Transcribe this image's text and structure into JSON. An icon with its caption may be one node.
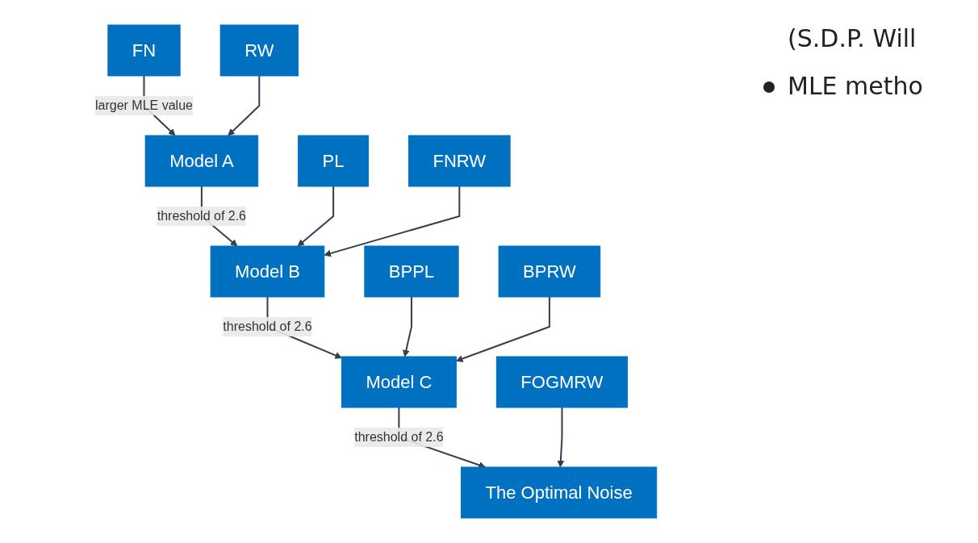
{
  "diagram": {
    "nodes": [
      {
        "text": [
          "FN"
        ]
      },
      {
        "text": [
          "RW"
        ]
      },
      {
        "text": [
          "Model A"
        ]
      },
      {
        "text": [
          "PL"
        ]
      },
      {
        "text": [
          "FNRW"
        ]
      },
      {
        "text": [
          "Model B"
        ]
      },
      {
        "text": [
          "BPPL"
        ]
      },
      {
        "text": [
          "BPRW"
        ]
      },
      {
        "text": [
          "Model C"
        ]
      },
      {
        "text": [
          "FOGMRW"
        ]
      },
      {
        "text": [
          "The Optimal Noise"
        ]
      }
    ],
    "edges": [
      {
        "from": 0,
        "to": 2,
        "arrow": "to",
        "label": "larger MLE value"
      },
      {
        "from": 1,
        "to": 2,
        "arrow": "to"
      },
      {
        "from": 2,
        "to": 5,
        "arrow": "to",
        "label": "threshold of 2.6"
      },
      {
        "from": 3,
        "to": 5,
        "arrow": "to"
      },
      {
        "from": 4,
        "to": 5,
        "arrow": "to"
      },
      {
        "from": 5,
        "to": 8,
        "arrow": "to",
        "label": "threshold of 2.6"
      },
      {
        "from": 6,
        "to": 8,
        "arrow": "to"
      },
      {
        "from": 7,
        "to": 8,
        "arrow": "to"
      },
      {
        "from": 8,
        "to": 10,
        "arrow": "to",
        "label": "threshold of 2.6"
      },
      {
        "from": 9,
        "to": 10,
        "arrow": "to"
      }
    ],
    "labels": [
      "(S.D.P. Will",
      "MLE metho"
    ]
  }
}
